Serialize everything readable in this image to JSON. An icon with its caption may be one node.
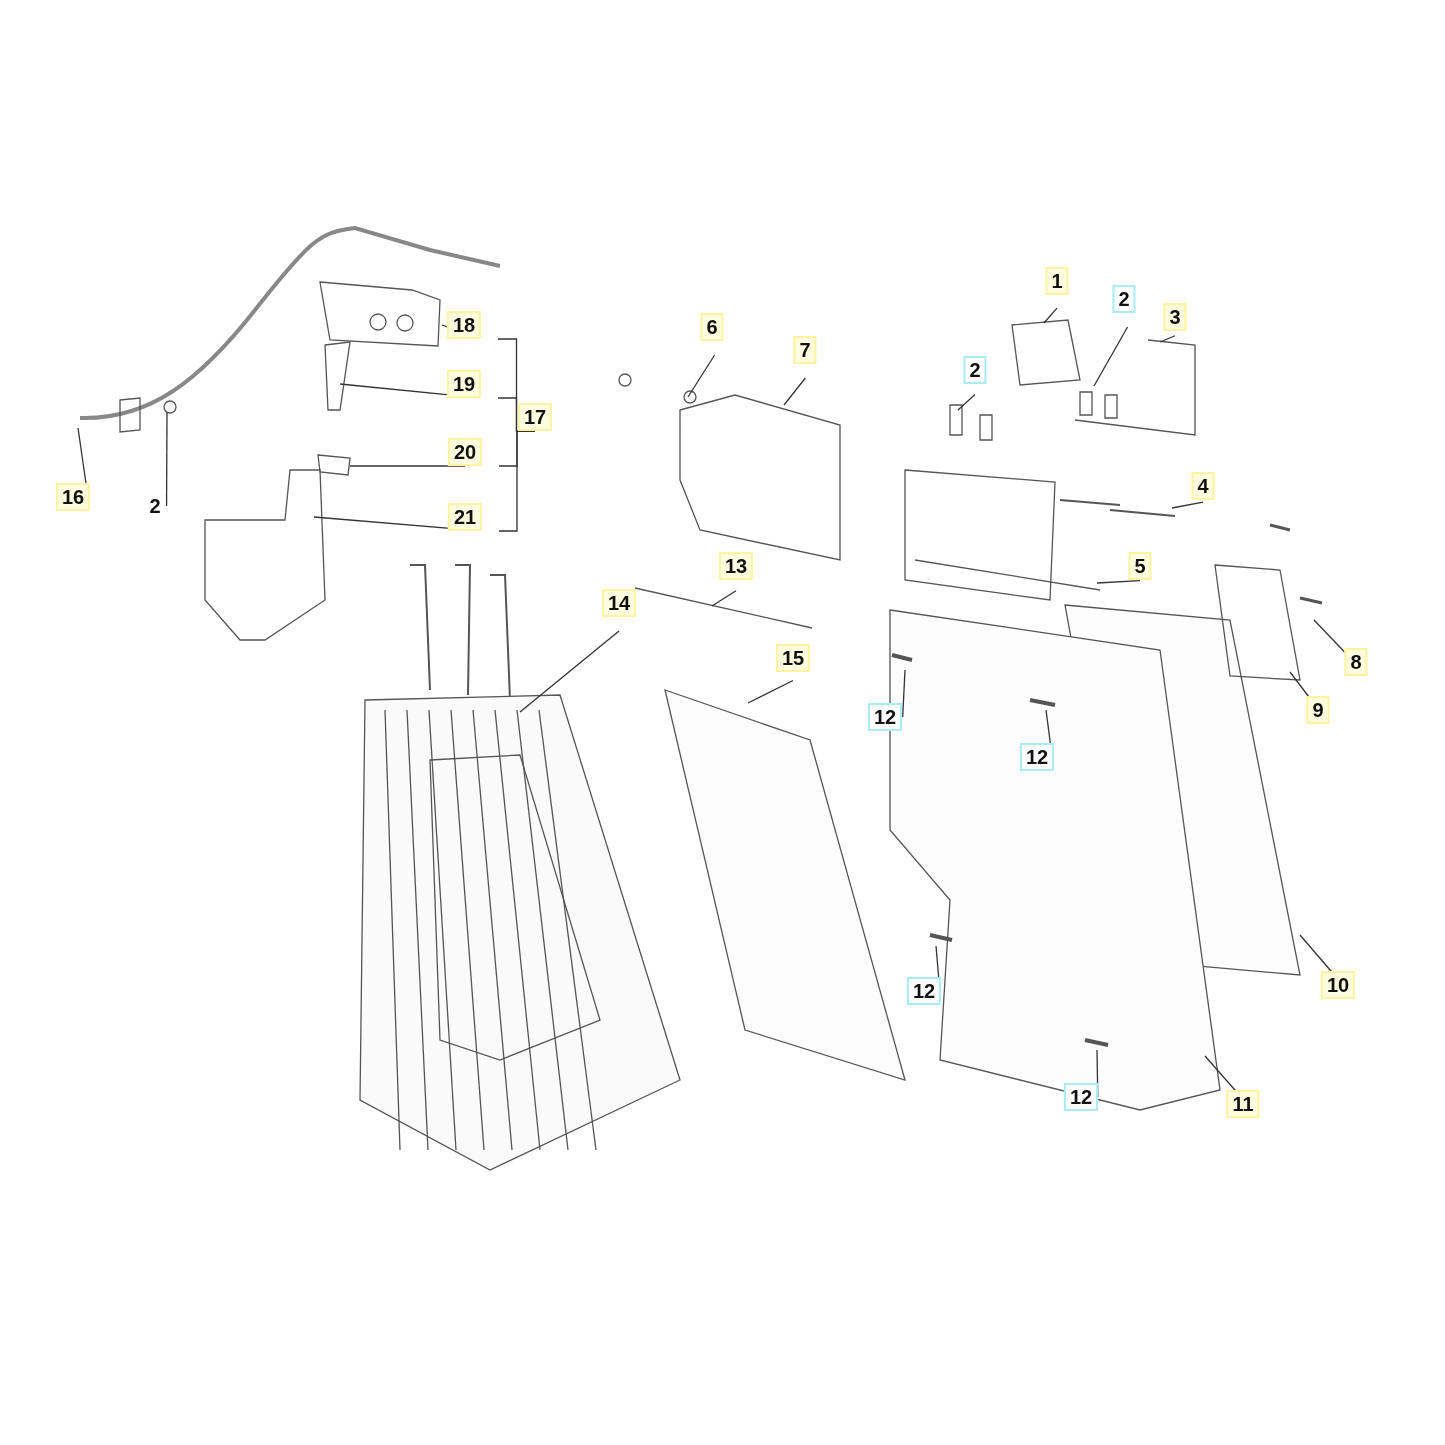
{
  "diagram": {
    "nodes": [
      {
        "text": [
          "1"
        ]
      },
      {
        "text": [
          "2"
        ]
      },
      {
        "text": [
          "3"
        ]
      },
      {
        "text": [
          "6"
        ]
      },
      {
        "text": [
          "7"
        ]
      },
      {
        "text": [
          "2"
        ]
      },
      {
        "text": [
          "18"
        ]
      },
      {
        "text": [
          "17"
        ]
      },
      {
        "text": [
          "19"
        ]
      },
      {
        "text": [
          "20"
        ]
      },
      {
        "text": [
          "16"
        ]
      },
      {
        "text": [
          "2"
        ]
      },
      {
        "text": [
          "21"
        ]
      },
      {
        "text": [
          "4"
        ]
      },
      {
        "text": [
          "13"
        ]
      },
      {
        "text": [
          "5"
        ]
      },
      {
        "text": [
          "14"
        ]
      },
      {
        "text": [
          "15"
        ]
      },
      {
        "text": [
          "8"
        ]
      },
      {
        "text": [
          "12"
        ]
      },
      {
        "text": [
          "9"
        ]
      },
      {
        "text": [
          "12"
        ]
      },
      {
        "text": [
          "12"
        ]
      },
      {
        "text": [
          "10"
        ]
      },
      {
        "text": [
          "12"
        ]
      },
      {
        "text": [
          "11"
        ]
      }
    ],
    "edges": [
      {
        "from": 0,
        "to": null,
        "arrow": "none"
      },
      {
        "from": 1,
        "to": null,
        "arrow": "none"
      },
      {
        "from": 2,
        "to": null,
        "arrow": "none"
      },
      {
        "from": 3,
        "to": null,
        "arrow": "none"
      },
      {
        "from": 4,
        "to": null,
        "arrow": "none"
      },
      {
        "from": 5,
        "to": null,
        "arrow": "none"
      },
      {
        "from": 6,
        "to": null,
        "arrow": "none"
      },
      {
        "from": 8,
        "to": null,
        "arrow": "none"
      },
      {
        "from": 9,
        "to": null,
        "arrow": "none"
      },
      {
        "from": 10,
        "to": null,
        "arrow": "none"
      },
      {
        "from": 11,
        "to": null,
        "arrow": "none"
      },
      {
        "from": 12,
        "to": null,
        "arrow": "none"
      },
      {
        "from": 13,
        "to": null,
        "arrow": "none"
      },
      {
        "from": 14,
        "to": null,
        "arrow": "none"
      },
      {
        "from": 15,
        "to": null,
        "arrow": "none"
      },
      {
        "from": 16,
        "to": null,
        "arrow": "none"
      },
      {
        "from": 17,
        "to": null,
        "arrow": "none"
      },
      {
        "from": 18,
        "to": null,
        "arrow": "none"
      },
      {
        "from": 19,
        "to": null,
        "arrow": "none"
      },
      {
        "from": 20,
        "to": null,
        "arrow": "none"
      },
      {
        "from": 21,
        "to": null,
        "arrow": "none"
      },
      {
        "from": 22,
        "to": null,
        "arrow": "none"
      },
      {
        "from": 23,
        "to": null,
        "arrow": "none"
      },
      {
        "from": 24,
        "to": null,
        "arrow": "none"
      },
      {
        "from": 25,
        "to": null,
        "arrow": "none"
      },
      {
        "from": 6,
        "to": 7,
        "arrow": "none"
      },
      {
        "from": 8,
        "to": 7,
        "arrow": "none"
      },
      {
        "from": 9,
        "to": 7,
        "arrow": "none"
      },
      {
        "from": 12,
        "to": 7,
        "arrow": "none"
      }
    ]
  }
}
